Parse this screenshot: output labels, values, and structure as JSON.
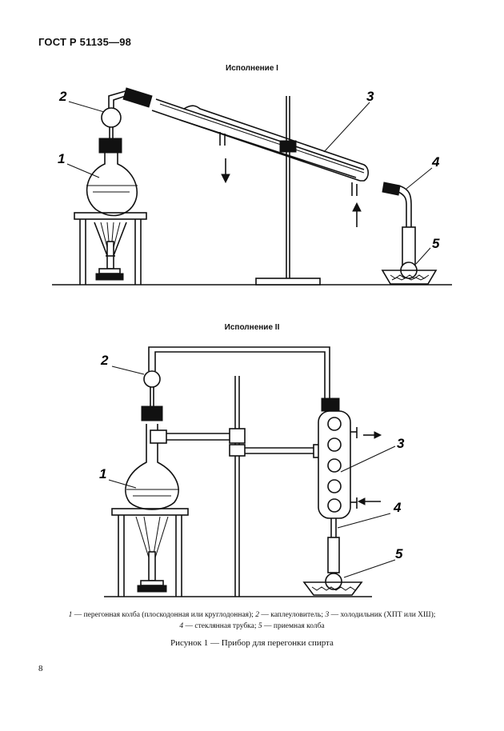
{
  "header": {
    "doc_id": "ГОСТ Р 51135—98"
  },
  "figure1": {
    "subtitle": "Исполнение I",
    "labels": [
      "1",
      "2",
      "3",
      "4",
      "5"
    ]
  },
  "figure2": {
    "subtitle": "Исполнение II",
    "labels": [
      "1",
      "2",
      "3",
      "4",
      "5"
    ]
  },
  "legend": {
    "n1": "1",
    "t1": " — перегонная колба (плоскодонная или круглодонная); ",
    "n2": "2",
    "t2": " — каплеуловитель; ",
    "n3": "3",
    "t3": " — холодильник (ХПТ или ХШ);",
    "n4": "4",
    "t4": " — стеклянная трубка; ",
    "n5": "5",
    "t5": " — приемная колба"
  },
  "caption": "Рисунок 1 — Прибор для перегонки спирта",
  "page_number": "8",
  "icons": {
    "arrow_down": "arrow-down-icon",
    "arrow_up": "arrow-up-icon",
    "arrow_right": "arrow-right-icon",
    "arrow_left": "arrow-left-icon"
  }
}
